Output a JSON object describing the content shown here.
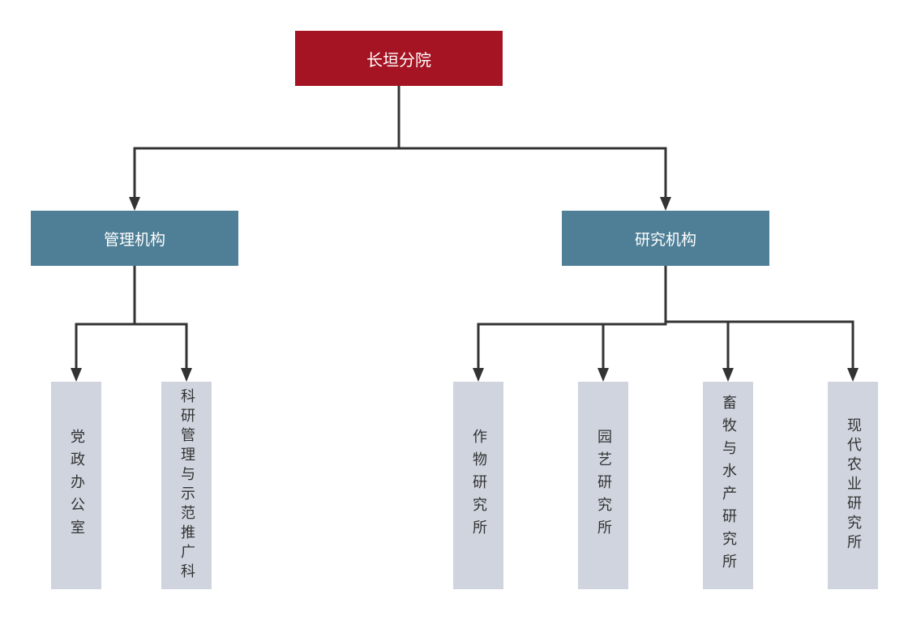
{
  "root": {
    "label": "长垣分院"
  },
  "branches": [
    {
      "label": "管理机构",
      "children": [
        "党政办公室",
        "科研管理与示范推广科"
      ]
    },
    {
      "label": "研究机构",
      "children": [
        "作物研究所",
        "园艺研究所",
        "畜牧与水产研究所",
        "现代农业研究所"
      ]
    }
  ],
  "colors": {
    "root": "#a51423",
    "branch": "#4e7f96",
    "leaf": "#cfd4de",
    "connector": "#333333",
    "leaf_text": "#333333",
    "header_text": "#ffffff"
  }
}
